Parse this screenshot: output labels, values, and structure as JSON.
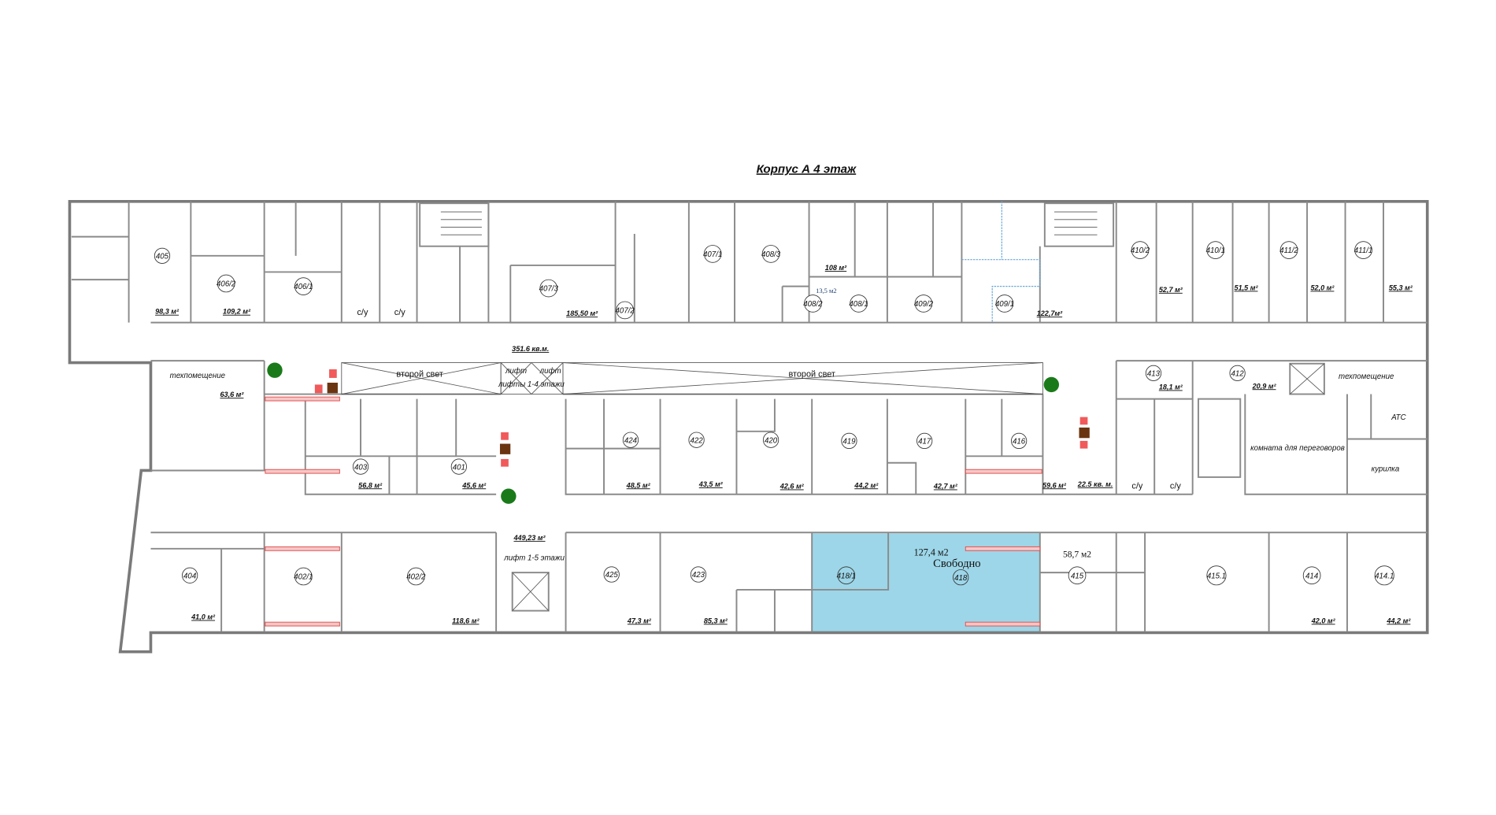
{
  "title": "Корпус А 4 этаж",
  "colors": {
    "free_room": "#9dd6e8",
    "wall": "#7a7a7a",
    "glass_partition": "#e05050"
  },
  "rooms": {
    "r405": {
      "num": "405",
      "area": "98,3 м²"
    },
    "r406_2": {
      "num": "406/2",
      "area": "109,2 м²"
    },
    "r406_1": {
      "num": "406/1"
    },
    "r407_3": {
      "num": "407/3",
      "area": "185,50 м²"
    },
    "r407_2": {
      "num": "407/2"
    },
    "r407_1": {
      "num": "407/1"
    },
    "r408_3": {
      "num": "408/3",
      "area": "108 м²"
    },
    "r408_2": {
      "num": "408/2",
      "area": "13,5 м2"
    },
    "r408_1": {
      "num": "408/1"
    },
    "r409_2": {
      "num": "409/2"
    },
    "r409_1": {
      "num": "409/1",
      "area": "122,7м²"
    },
    "r410_2": {
      "num": "410/2",
      "area": "52,7 м²"
    },
    "r410_1": {
      "num": "410/1",
      "area": "51,5 м²"
    },
    "r411_2": {
      "num": "411/2",
      "area": "52,0 м²"
    },
    "r411_1": {
      "num": "411/1",
      "area": "55,3 м²"
    },
    "r403": {
      "num": "403",
      "area": "56,8 м²"
    },
    "r401": {
      "num": "401",
      "area": "45,6 м²"
    },
    "r424": {
      "num": "424",
      "area": "48,5 м²"
    },
    "r422": {
      "num": "422",
      "area": "43,5 м²"
    },
    "r420": {
      "num": "420",
      "area": "42,6 м²"
    },
    "r419": {
      "num": "419",
      "area": "44,2 м²"
    },
    "r417": {
      "num": "417",
      "area": "42,7 м²"
    },
    "r416": {
      "num": "416",
      "area": "59,6 м²"
    },
    "r413": {
      "num": "413",
      "area": "18,1 м²"
    },
    "r412": {
      "num": "412",
      "area": "20,9 м²"
    },
    "r404": {
      "num": "404",
      "area": "41,0 м²"
    },
    "r402_1": {
      "num": "402/1"
    },
    "r402_2": {
      "num": "402/2",
      "area": "118,6 м²"
    },
    "r425": {
      "num": "425",
      "area": "47,3 м²"
    },
    "r423": {
      "num": "423",
      "area": "85,3 м²"
    },
    "r418_1": {
      "num": "418/1"
    },
    "r418": {
      "num": "418",
      "area": "127,4 м2",
      "status": "Свободно"
    },
    "r415": {
      "num": "415",
      "area": "58,7 м2"
    },
    "r415_1": {
      "num": "415.1"
    },
    "r414": {
      "num": "414",
      "area": "42,0 м²"
    },
    "r414_1": {
      "num": "414.1",
      "area": "44,2 м²"
    }
  },
  "labels": {
    "wc": "с/у",
    "tech_room": "техпомещение",
    "tech_area": "63,6 м²",
    "second_light": "второй свет",
    "lift": "лифт",
    "lifts_1_4": "лифты 1-4 этажи",
    "lift_1_5": "лифт 1-5 этажи",
    "corridor_upper": "351.6 кв.м.",
    "corridor_lower": "449,23 м²",
    "hall_east": "22.5 кв. м.",
    "atc": "АТС",
    "meeting_room": "комната для переговоров",
    "smoking": "курилка"
  }
}
